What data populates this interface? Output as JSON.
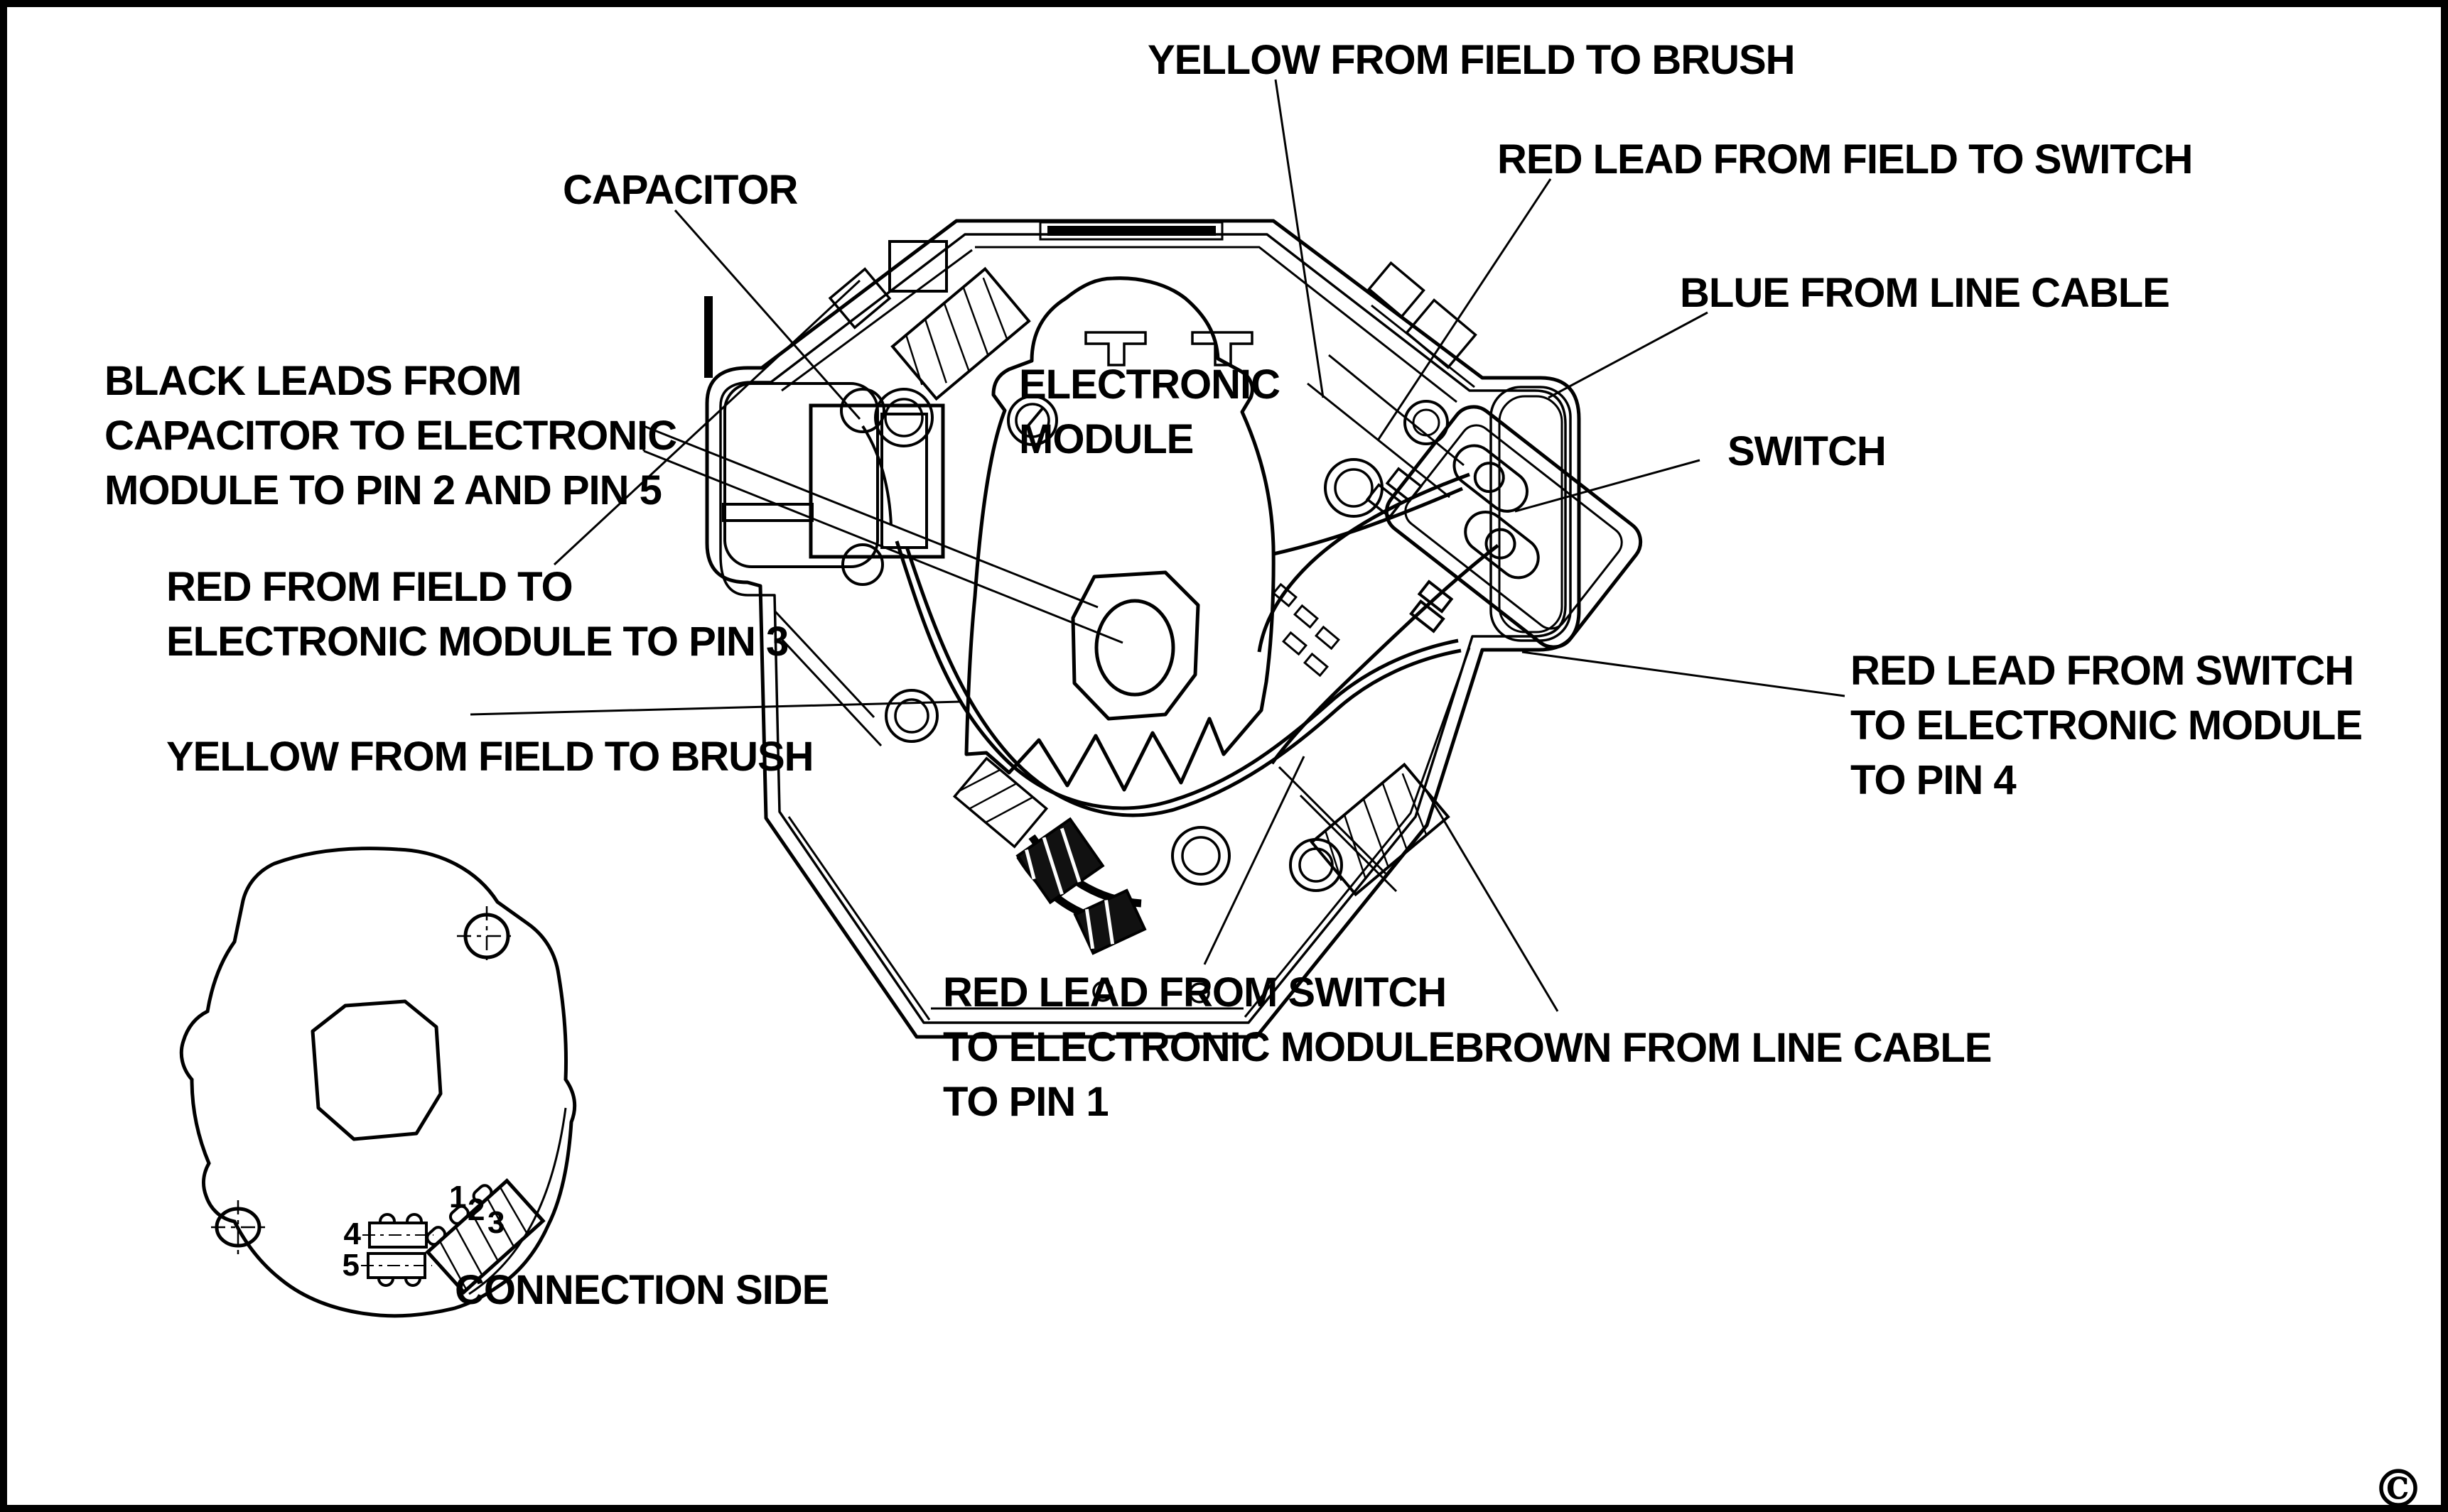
{
  "colors": {
    "ink": "#000000",
    "paper": "#ffffff"
  },
  "diagram": {
    "labels": {
      "yellow_top": "YELLOW FROM FIELD TO BRUSH",
      "red_field_switch": "RED LEAD FROM FIELD TO SWITCH",
      "capacitor": "CAPACITOR",
      "blue_line": "BLUE FROM LINE CABLE",
      "black_leads_lines": [
        "BLACK LEADS FROM",
        "CAPACITOR TO ELECTRONIC",
        "MODULE TO PIN 2 AND PIN 5"
      ],
      "electronic_module_lines": [
        "ELECTRONIC",
        "MODULE"
      ],
      "switch": "SWITCH",
      "red_field_pin3_lines": [
        "RED FROM FIELD TO",
        "ELECTRONIC MODULE TO PIN 3"
      ],
      "red_switch_pin4_lines": [
        "RED LEAD FROM SWITCH",
        "TO ELECTRONIC MODULE",
        "TO PIN 4"
      ],
      "yellow_left": "YELLOW FROM FIELD TO BRUSH",
      "red_switch_pin1_lines": [
        "RED LEAD FROM SWITCH",
        "TO ELECTRONIC MODULE",
        "TO PIN 1"
      ],
      "brown_line": "BROWN FROM LINE CABLE",
      "connection_side": "CONNECTION SIDE"
    },
    "pins": {
      "p1": "1",
      "p2": "2",
      "p3": "3",
      "p4": "4",
      "p5": "5"
    },
    "copyright": "©"
  }
}
